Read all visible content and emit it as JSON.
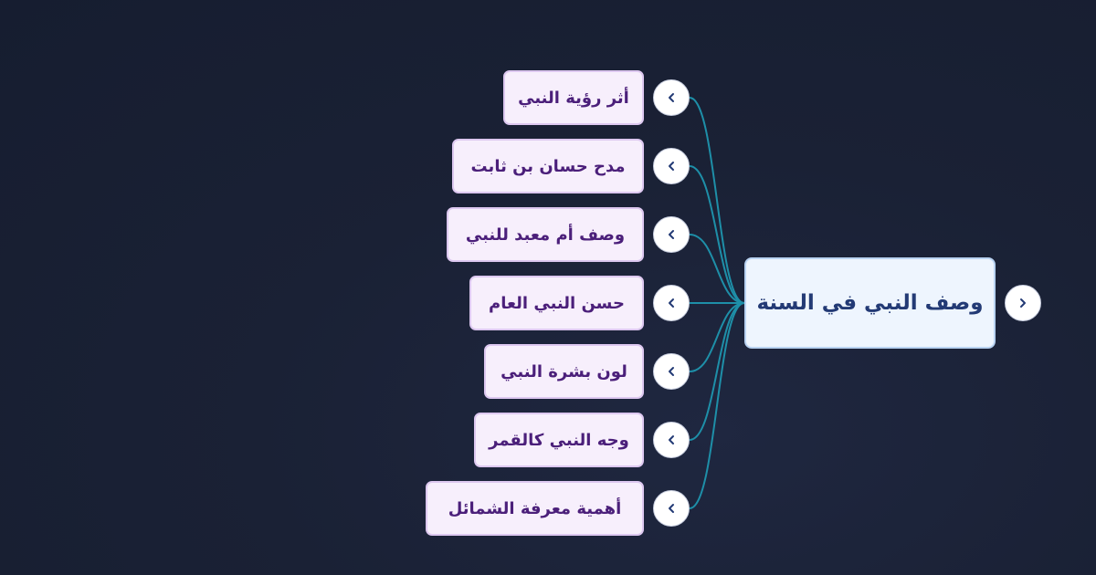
{
  "root": {
    "label": "وصف النبي في السنة"
  },
  "children": [
    {
      "label": "أثر رؤية النبي"
    },
    {
      "label": "مدح حسان بن ثابت"
    },
    {
      "label": "وصف أم معبد للنبي"
    },
    {
      "label": "حسن النبي العام"
    },
    {
      "label": "لون بشرة النبي"
    },
    {
      "label": "وجه النبي كالقمر"
    },
    {
      "label": "أهمية معرفة الشمائل"
    }
  ],
  "icons": {
    "root_toggle": "chevron-right-icon",
    "child_toggle": "chevron-left-icon"
  },
  "colors": {
    "background": "#1a2135",
    "connector": "#1e8fa8",
    "root_fill": "#eef5fe",
    "root_border": "#b9d3f2",
    "root_text": "#233a75",
    "child_fill": "#f7effc",
    "child_border": "#ddc8f0",
    "child_text": "#4b1f7a"
  }
}
